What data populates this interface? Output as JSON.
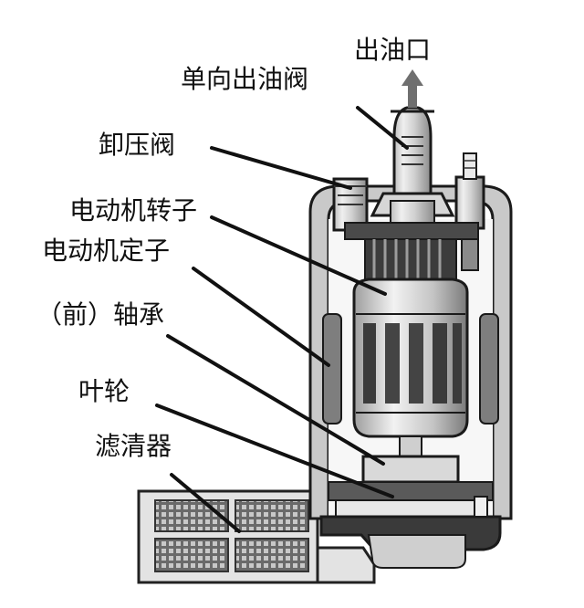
{
  "labels": {
    "outlet": "出油口",
    "check_valve": "单向出油阀",
    "relief_valve": "卸压阀",
    "rotor": "电动机转子",
    "stator": "电动机定子",
    "front_bearing": "（前）轴承",
    "impeller": "叶轮",
    "filter": "滤清器"
  },
  "colors": {
    "ink": "#111111",
    "housing": "#d9d9d9",
    "dark_metal": "#3a3a3a",
    "mid_metal": "#9a9a9a",
    "light_metal": "#e6e6e6"
  }
}
